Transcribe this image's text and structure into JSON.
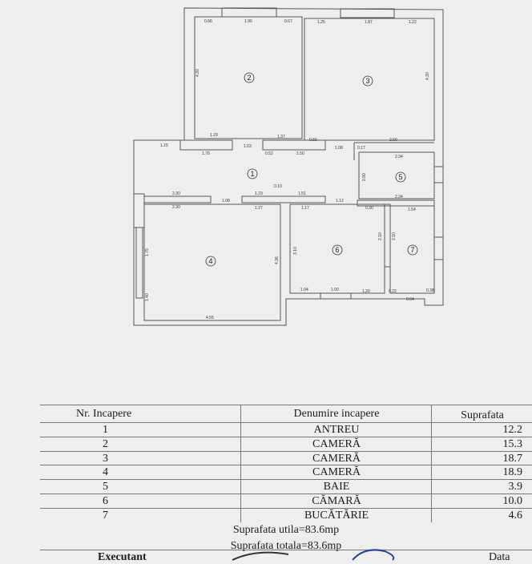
{
  "plan": {
    "rooms": [
      "1",
      "2",
      "3",
      "4",
      "5",
      "6",
      "7"
    ],
    "dimensions": {
      "r2_top": [
        "0.66",
        "1.90",
        "0.67"
      ],
      "r2_side": "4.20",
      "r2_bottom": "1.29",
      "r3_top": [
        "1.25",
        "1.87",
        "1.22"
      ],
      "r3_side": "4.30",
      "r3_bottom": "2.60",
      "hall": [
        "1.15",
        "1.76",
        "1.03",
        "1.37",
        "0.66",
        "1.50",
        "1.08",
        "0.17",
        "0.52"
      ],
      "r4": [
        "2.30",
        "2.30",
        "1.08",
        "1.75",
        "4.55",
        "4.36",
        "1.40"
      ],
      "r1_mid": [
        "1.23",
        "0.10",
        "1.51",
        "1.27",
        "1.17",
        "1.12"
      ],
      "r5": [
        "2.34",
        "2.34",
        "0.90",
        "0.30"
      ],
      "r6": [
        "3.10",
        "1.04",
        "1.00",
        "1.20",
        "2.10",
        "0.22"
      ],
      "r7": [
        "1.54",
        "2.10",
        "0.64",
        "0.38"
      ]
    }
  },
  "table": {
    "headers": [
      "Nr. Incapere",
      "Denumire incapere",
      "Suprafata"
    ],
    "rows": [
      [
        "1",
        "ANTREU",
        "12.2"
      ],
      [
        "2",
        "CAMERĂ",
        "15.3"
      ],
      [
        "3",
        "CAMERĂ",
        "18.7"
      ],
      [
        "4",
        "CAMERĂ",
        "18.9"
      ],
      [
        "5",
        "BAIE",
        "3.9"
      ],
      [
        "6",
        "CĂMARĂ",
        "10.0"
      ],
      [
        "7",
        "BUCĂTĂRIE",
        "4.6"
      ]
    ],
    "suprafata_utila": "Suprafata utila=83.6mp",
    "suprafata_totala": "Suprafata totala=83.6mp",
    "executant": "Executant",
    "data_label": "Data"
  }
}
